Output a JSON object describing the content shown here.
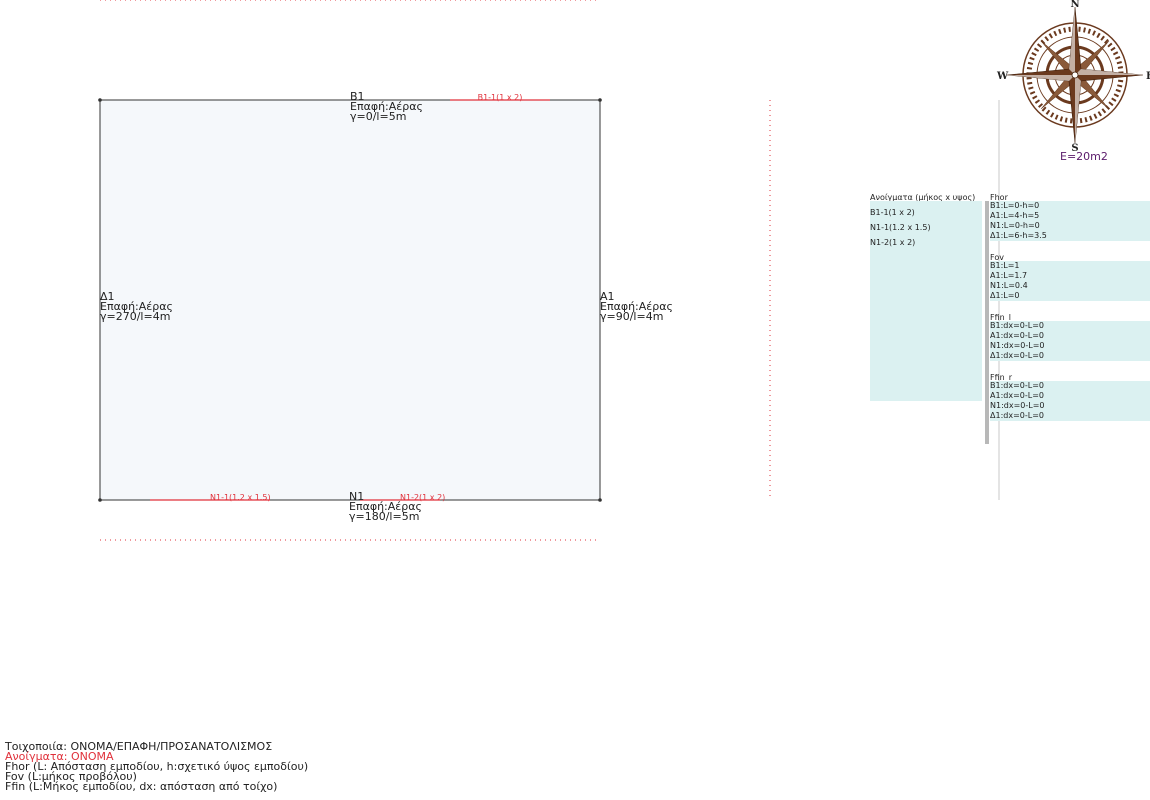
{
  "walls": {
    "B1": {
      "name": "B1",
      "contact": "Επαφή:Αέρας",
      "orient": "γ=0/l=5m"
    },
    "A1": {
      "name": "A1",
      "contact": "Επαφή:Αέρας",
      "orient": "γ=90/l=4m"
    },
    "N1": {
      "name": "N1",
      "contact": "Επαφή:Αέρας",
      "orient": "γ=180/l=5m"
    },
    "D1": {
      "name": "Δ1",
      "contact": "Επαφή:Αέρας",
      "orient": "γ=270/l=4m"
    }
  },
  "openings_on_plan": [
    "B1-1(1 x 2)",
    "N1-1(1.2 x 1.5)",
    "N1-2(1 x 2)"
  ],
  "compass": {
    "N": "N",
    "E": "E",
    "S": "S",
    "W": "W"
  },
  "area": "E=20m2",
  "openings_panel": {
    "title": "Ανοίγματα (μήκος x υψος)",
    "items": [
      "B1-1(1 x 2)",
      "N1-1(1.2 x 1.5)",
      "N1-2(1 x 2)"
    ]
  },
  "shading": {
    "fhor": {
      "title": "Fhor",
      "rows": [
        "B1:L=0-h=0",
        "A1:L=4-h=5",
        "N1:L=0-h=0",
        "Δ1:L=6-h=3.5"
      ]
    },
    "fov": {
      "title": "Fov",
      "rows": [
        "B1:L=1",
        "A1:L=1.7",
        "N1:L=0.4",
        "Δ1:L=0"
      ]
    },
    "ffin_l": {
      "title": "Ffin_l",
      "rows": [
        "B1:dx=0-L=0",
        "A1:dx=0-L=0",
        "N1:dx=0-L=0",
        "Δ1:dx=0-L=0"
      ]
    },
    "ffin_r": {
      "title": "Ffin_r",
      "rows": [
        "B1:dx=0-L=0",
        "A1:dx=0-L=0",
        "N1:dx=0-L=0",
        "Δ1:dx=0-L=0"
      ]
    }
  },
  "legend": {
    "walls": "Τοιχοποιία: ΟΝΟΜΑ/ΕΠΑΦΗ/ΠΡΟΣΑΝΑΤΟΛΙΣΜΟΣ",
    "openings": "Ανοίγματα: ΟΝΟΜΑ",
    "fhor": "Fhor (L: Απόσταση εμποδίου, h:σχετικό ύψος εμποδίου)",
    "fov": "Fov (L:μήκος προβόλου)",
    "ffin": "Ffin (L:Μήκος εμποδίου, dx: απόσταση από τοίχο)"
  },
  "colors": {
    "opening": "#e0303a",
    "panel": "#dbf1f1",
    "room": "#f5f8fb",
    "compass": "#6b3a1f"
  }
}
